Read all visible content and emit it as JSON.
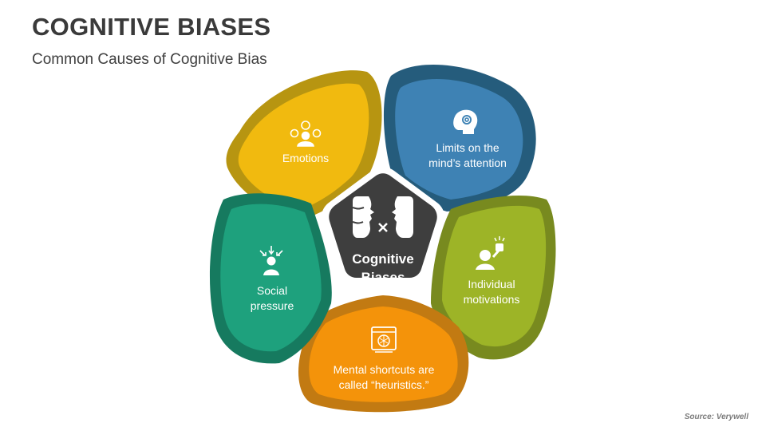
{
  "title": "COGNITIVE BIASES",
  "subtitle": "Common Causes of Cognitive Bias",
  "center": {
    "line1": "Cognitive",
    "line2": "Biases"
  },
  "petals": [
    {
      "line1": "Emotions",
      "line2": "",
      "icon": "emotions-icon"
    },
    {
      "line1": "Limits on the",
      "line2": "mind’s attention",
      "icon": "head-target-icon"
    },
    {
      "line1": "Individual",
      "line2": "motivations",
      "icon": "person-fist-icon"
    },
    {
      "line1": "Mental shortcuts are",
      "line2": "called “heuristics.”",
      "icon": "shortcut-screen-icon"
    },
    {
      "line1": "Social",
      "line2": "pressure",
      "icon": "pressured-person-icon"
    }
  ],
  "source": "Source: Verywell",
  "colors": {
    "yellow": "#F1BA0F",
    "yellow_dark": "#B79511",
    "blue": "#3E82B4",
    "blue_dark": "#255C7C",
    "green": "#9DB427",
    "green_dark": "#788A1F",
    "orange": "#F4930A",
    "orange_dark": "#C27A12",
    "teal": "#1EA17D",
    "teal_dark": "#167A5F",
    "center": "#3E3E3E"
  }
}
